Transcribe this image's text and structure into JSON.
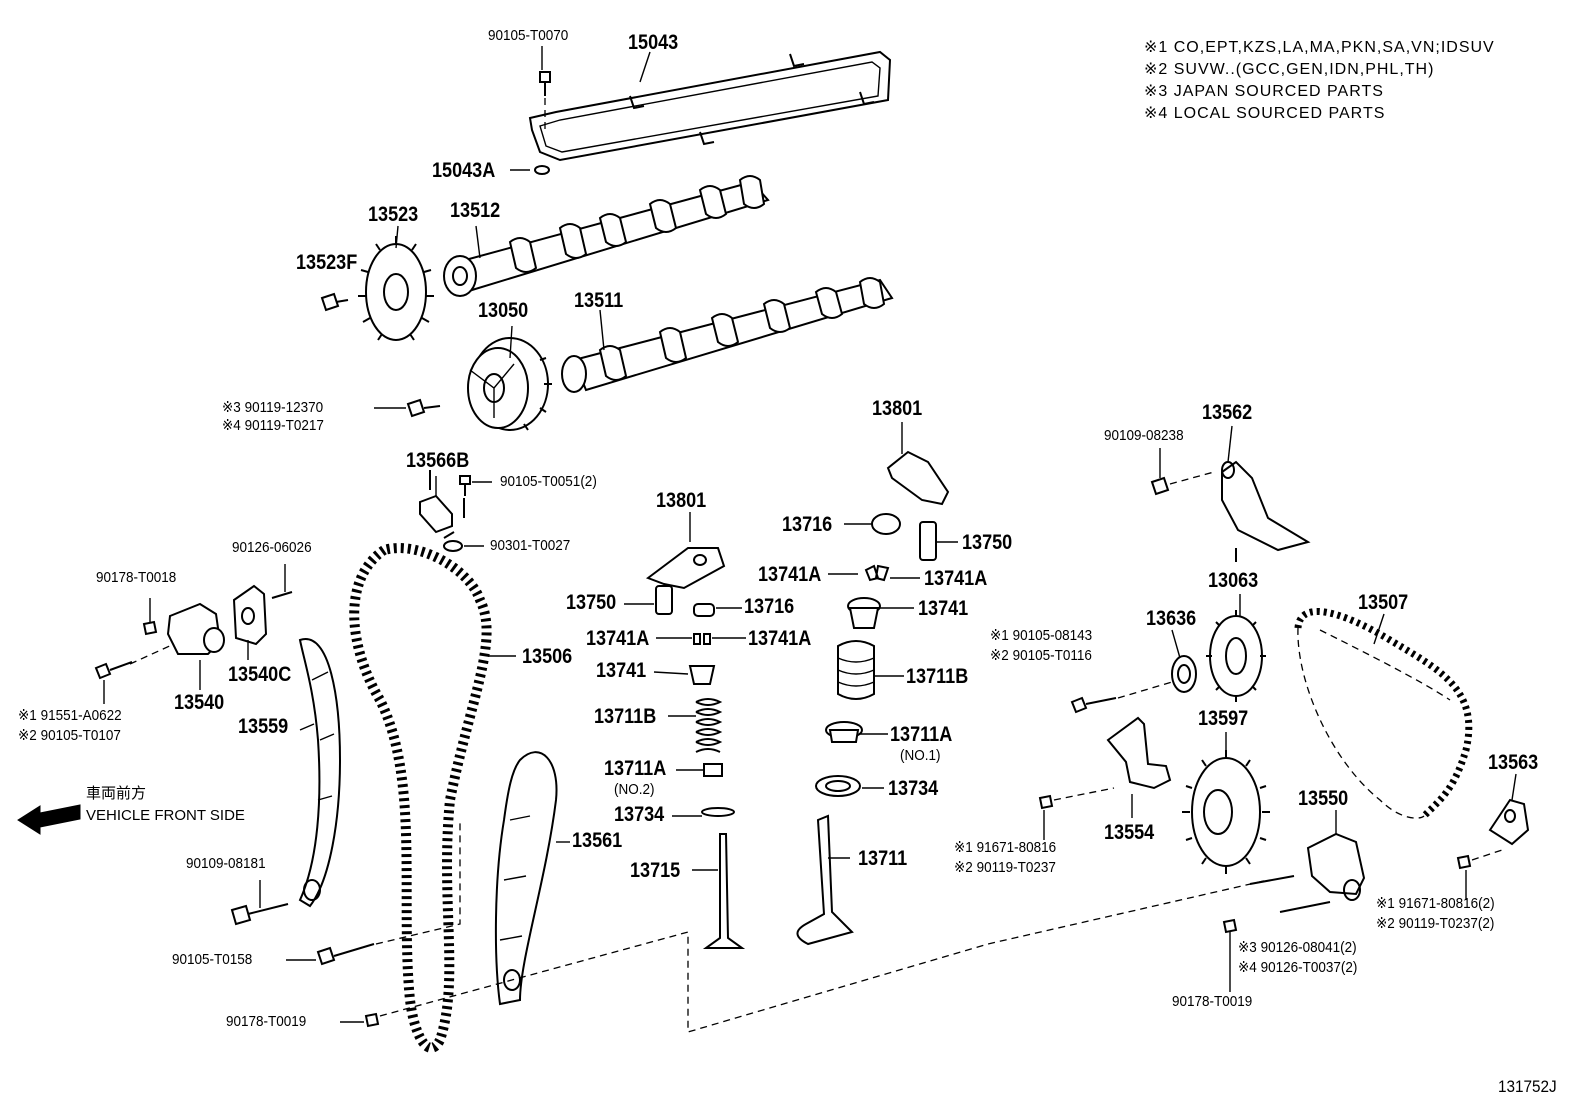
{
  "notes": [
    "※1 CO,EPT,KZS,LA,MA,PKN,SA,VN;IDSUV",
    "※2 SUVW..(GCC,GEN,IDN,PHL,TH)",
    "※3 JAPAN SOURCED PARTS",
    "※4 LOCAL SOURCED PARTS"
  ],
  "direction": {
    "jp": "車両前方",
    "en": "VEHICLE FRONT SIDE"
  },
  "diagram_id": "131752J",
  "parts": {
    "p90105_T0070": "90105-T0070",
    "p15043": "15043",
    "p15043A": "15043A",
    "p13523": "13523",
    "p13512": "13512",
    "p13523F": "13523F",
    "p13050": "13050",
    "p13511": "13511",
    "p90119_12370": "※3 90119-12370",
    "p90119_T0217": "※4 90119-T0217",
    "p13566B": "13566B",
    "p90105_T0051": "90105-T0051(2)",
    "p90301_T0027": "90301-T0027",
    "p90126_06026": "90126-06026",
    "p90178_T0018": "90178-T0018",
    "p13540C": "13540C",
    "p13540": "13540",
    "p91551_A0622": "※1 91551-A0622",
    "p90105_T0107": "※2 90105-T0107",
    "p13559": "13559",
    "p13506": "13506",
    "p13801_left": "13801",
    "p13750_left": "13750",
    "p13716_left": "13716",
    "p13741A_l1": "13741A",
    "p13741A_l2": "13741A",
    "p13741_left": "13741",
    "p13711B_left": "13711B",
    "p13711A_left": "13711A",
    "no2": "(NO.2)",
    "p13734_left": "13734",
    "p13561": "13561",
    "p13715": "13715",
    "p90109_08181": "90109-08181",
    "p90105_T0158": "90105-T0158",
    "p90178_T0019_left": "90178-T0019",
    "p13801_right": "13801",
    "p13716_right": "13716",
    "p13750_right": "13750",
    "p13741A_r1": "13741A",
    "p13741A_r2": "13741A",
    "p13741_right": "13741",
    "p13711B_right": "13711B",
    "p13711A_right": "13711A",
    "no1": "(NO.1)",
    "p13734_right": "13734",
    "p13711": "13711",
    "p13562": "13562",
    "p90109_08238": "90109-08238",
    "p13063": "13063",
    "p13636": "13636",
    "p90105_08143": "※1 90105-08143",
    "p90105_T0116": "※2 90105-T0116",
    "p13507": "13507",
    "p13597": "13597",
    "p13554": "13554",
    "p91671_80816": "※1 91671-80816",
    "p90119_T0237": "※2 90119-T0237",
    "p13550": "13550",
    "p13563": "13563",
    "p91671_80816_2": "※1 91671-80816(2)",
    "p90119_T0237_2": "※2 90119-T0237(2)",
    "p90126_08041": "※3 90126-08041(2)",
    "p90126_T0037": "※4 90126-T0037(2)",
    "p90178_T0019_right": "90178-T0019"
  }
}
